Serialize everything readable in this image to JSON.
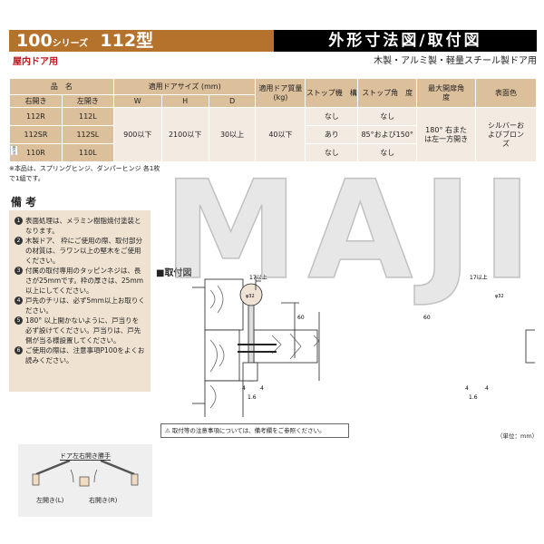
{
  "header": {
    "series": "100",
    "series_suffix": "シリーズ",
    "model": "112型",
    "right_title": "外形寸法図/取付図",
    "subtitle_left": "屋内ドア用",
    "subtitle_right": "木製・アルミ製・軽量スチール製ドア用"
  },
  "table": {
    "h_name": "品　名",
    "h_size": "適用ドアサイズ (mm)",
    "h_weight": "適用ドア質量(kg)",
    "h_stop_mech": "ストップ機　構",
    "h_stop_angle": "ストップ角　度",
    "h_max": "最大開扉角　　度",
    "h_color": "表面色",
    "h_right": "右開き",
    "h_left": "左開き",
    "h_w": "W",
    "h_h": "H",
    "h_d": "D",
    "rows": [
      {
        "right": "112R",
        "left": "112L",
        "mech": "なし",
        "angle": "なし"
      },
      {
        "right": "112SR",
        "left": "112SL",
        "mech": "あり",
        "angle": "85°および150°"
      },
      {
        "right": "110R",
        "left": "110L",
        "mech": "なし",
        "angle": "なし",
        "tag": "受注"
      }
    ],
    "w": "900以下",
    "h": "2100以下",
    "d": "30以上",
    "weight": "40以下",
    "max_angle": "180° 右または左一方開き",
    "color": "シルバーおよびブロンズ"
  },
  "note": "※本品は、スプリングヒンジ、ダンパーヒンジ 各1枚で1組です。",
  "remarks": {
    "title": "備 考",
    "items": [
      "表面処理は、メラミン樹脂焼付塗装となります。",
      "木製ドア、 枠にご使用の際、取付部分の材質は、ラワン以上の堅木をご使用ください。",
      "付属の取付専用のタッピンネジは、長さが25mmです。枠の厚さは、25mm以上にしてください。",
      "戸先のチリは、必ず5mm以上お取りください。",
      "180° 以上開かないように、戸当りを必ず設けてください。戸当りは、戸先側が当る様設置してください。",
      "ご使用の際は、注意事項P100をよくお読みください。"
    ]
  },
  "figure": {
    "title": "■取付図",
    "dim_17": "17以上",
    "dim_phi": "φ32",
    "dim_60": "60",
    "dim_4": "4",
    "dim_16": "1.6",
    "warning": "取付等の注意事項については、備考欄をご参照ください。",
    "unit": "（単位：mm）"
  },
  "door": {
    "title": "ドア左右開き勝手",
    "left": "左開き(L)",
    "right": "右開き(R)"
  },
  "watermark": "MAJI"
}
